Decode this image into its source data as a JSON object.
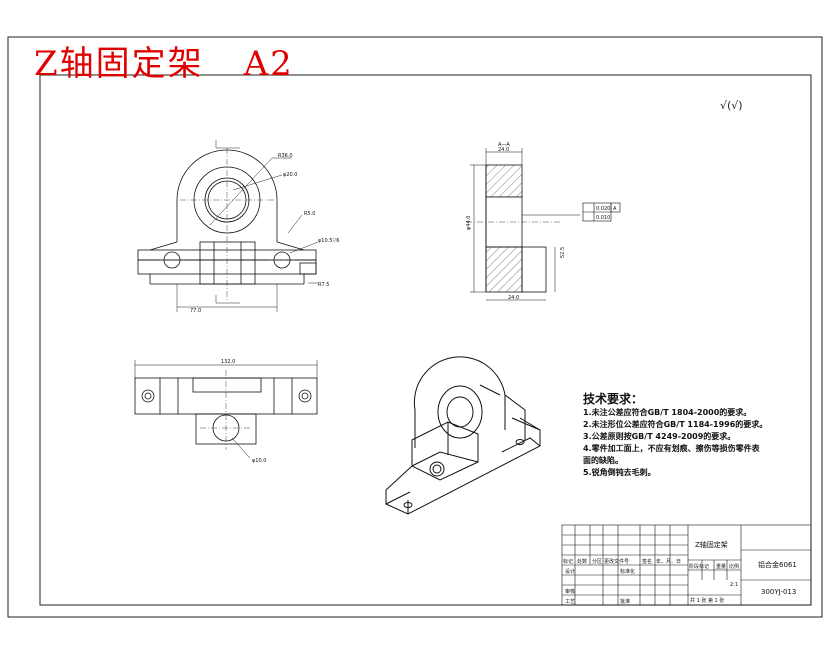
{
  "title": {
    "name": "Z轴固定架",
    "sheet_size": "A2"
  },
  "roughness": "√(√)",
  "tech_requirements": {
    "heading": "技术要求：",
    "items": [
      "1.未注公差应符合GB/T 1804-2000的要求。",
      "2.未注形位公差应符合GB/T 1184-1996的要求。",
      "3.公差原则按GB/T 4249-2009的要求。",
      "4.零件加工面上，不应有划痕、擦伤等损伤零件表",
      "面的缺陷。",
      "5.锐角倒钝去毛刺。"
    ]
  },
  "dimensions": {
    "front_outer_dia": "R36.0",
    "front_bore": "φ20.0",
    "front_side_r": "R5.0",
    "front_hole": "φ10.5▽6",
    "front_small": "R7.5",
    "front_width": "77.0",
    "section_label": "A—A",
    "side_top": "24.0",
    "side_dia": "φ44.0",
    "side_height": "52.5",
    "side_bottom": "24.0",
    "tol_1": "0.020",
    "tol_2": "0.010",
    "tol_datum": "A",
    "top_width": "132.0",
    "top_hole": "φ10.0"
  },
  "title_block": {
    "part_name": "Z轴固定架",
    "material": "铝合金6061",
    "drawing_no": "300YJ-013",
    "scale": "2:1",
    "sheet_info": "共 1 张  第 1 张",
    "row_labels": [
      "设计",
      "审核",
      "工艺"
    ],
    "head_labels": [
      "标记",
      "处数",
      "分区",
      "更改文件号",
      "签名",
      "年、月、日"
    ],
    "standardize": "标准化",
    "approve": "批准",
    "stage_labels": [
      "阶段标记",
      "重量",
      "比例"
    ]
  }
}
